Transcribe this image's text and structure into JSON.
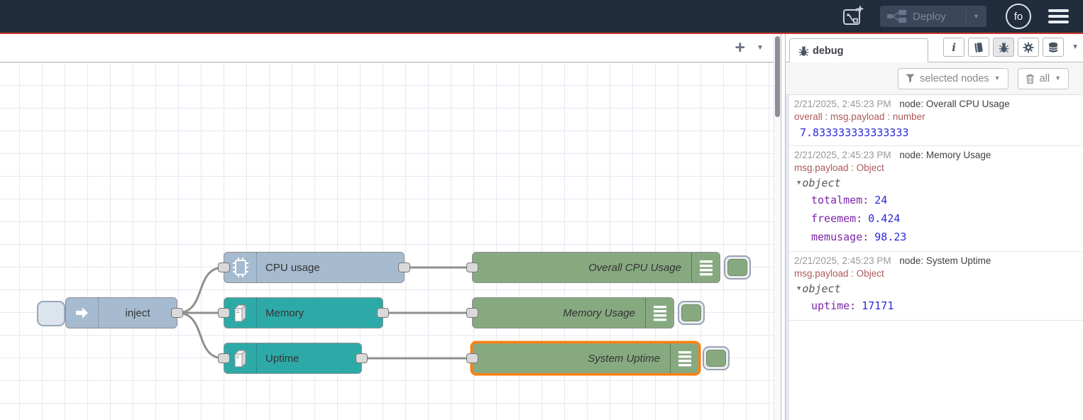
{
  "colors": {
    "header_bg": "#212c3c",
    "accent_red": "#d23b32",
    "inject_node_fill": "#a6bbcf",
    "os_node_fill": "#2daaa8",
    "debug_node_fill": "#87a980",
    "selection_orange": "#ff7f0e",
    "wire_gray": "#8f8f8f",
    "debug_value_blue": "#2a2ad6",
    "debug_key_purple": "#7d26a8",
    "debug_meta_red": "#ad5a5a"
  },
  "icons": {
    "chevron": "▼",
    "plus": "+",
    "info": "i",
    "triangle_down": "▼"
  },
  "header": {
    "deploy_label": "Deploy",
    "avatar_text": "fo"
  },
  "canvas": {
    "nodes": [
      {
        "label": "inject",
        "type": "inject"
      },
      {
        "label": "CPU usage",
        "type": "os"
      },
      {
        "label": "Memory",
        "type": "os"
      },
      {
        "label": "Uptime",
        "type": "os"
      },
      {
        "label": "Overall CPU Usage",
        "type": "debug"
      },
      {
        "label": "Memory Usage",
        "type": "debug"
      },
      {
        "label": "System Uptime",
        "type": "debug",
        "selected": true
      }
    ]
  },
  "sidebar": {
    "tab_label": "debug",
    "filter_button_label": "selected nodes",
    "clear_button_label": "all",
    "messages": [
      {
        "timestamp": "2/21/2025, 2:45:23 PM",
        "node_label": "node: Overall CPU Usage",
        "meta": "overall : msg.payload : number",
        "value": "7.833333333333333"
      },
      {
        "timestamp": "2/21/2025, 2:45:23 PM",
        "node_label": "node: Memory Usage",
        "meta": "msg.payload : Object",
        "object_label": "object",
        "props": [
          {
            "key": "totalmem:",
            "value": "24"
          },
          {
            "key": "freemem:",
            "value": "0.424"
          },
          {
            "key": "memusage:",
            "value": "98.23"
          }
        ]
      },
      {
        "timestamp": "2/21/2025, 2:45:23 PM",
        "node_label": "node: System Uptime",
        "meta": "msg.payload : Object",
        "object_label": "object",
        "props": [
          {
            "key": "uptime:",
            "value": "17171"
          }
        ]
      }
    ]
  }
}
